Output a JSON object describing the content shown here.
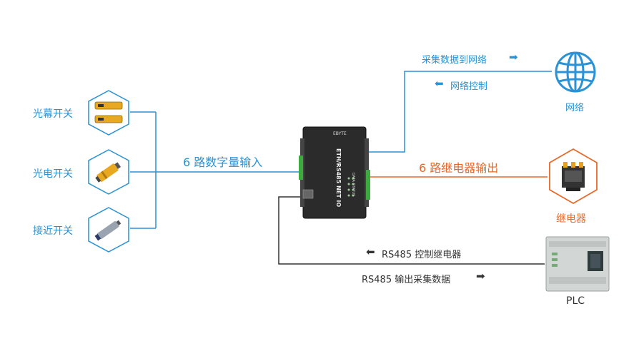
{
  "colors": {
    "blue": "#2a92d5",
    "orange": "#e8682a",
    "dark": "#333333"
  },
  "inputs": [
    {
      "label": "光幕开关",
      "icon": "light-curtain-icon"
    },
    {
      "label": "光电开关",
      "icon": "photoelectric-sensor-icon"
    },
    {
      "label": "接近开关",
      "icon": "proximity-sensor-icon"
    }
  ],
  "input_link_label": "6 路数字量输入",
  "network": {
    "label": "网络",
    "upload_label": "采集数据到网络",
    "upload_arrow": "➡",
    "control_label": "网络控制",
    "control_arrow": "⬅"
  },
  "relay": {
    "label": "继电器",
    "link_label": "6 路继电器输出"
  },
  "plc": {
    "label": "PLC",
    "control_label": "RS485 控制继电器",
    "control_arrow": "⬅",
    "output_label": "RS485 输出采集数据",
    "output_arrow": "➡"
  },
  "device": {
    "model": "ETH/RS485 NET IO",
    "brand": "EBYTE",
    "status_label": "DATA STATUS"
  }
}
